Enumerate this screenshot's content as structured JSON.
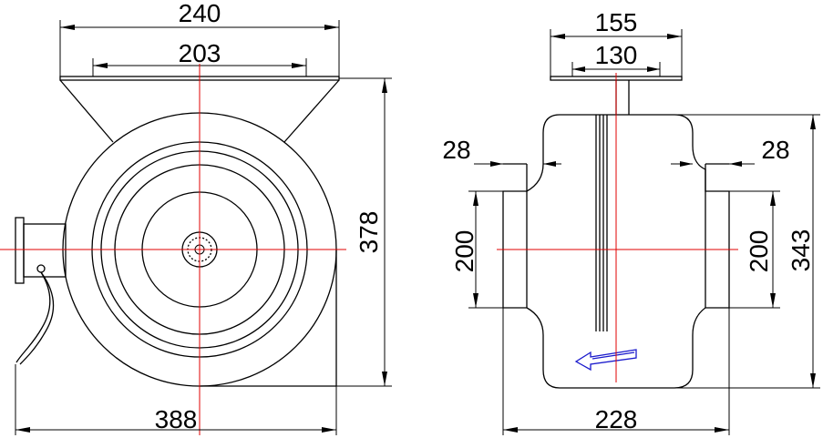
{
  "drawing": {
    "left_view": {
      "dims": {
        "top_width": "240",
        "top_inner": "203",
        "height": "378",
        "bottom_width": "388"
      }
    },
    "right_view": {
      "dims": {
        "flange_outer": "155",
        "flange_inner": "130",
        "left_duct_offset": "28",
        "right_duct_offset": "28",
        "left_duct_dia": "200",
        "right_duct_dia": "200",
        "body_height": "343",
        "body_width": "228"
      }
    },
    "colors": {
      "lines": "#000000",
      "center_lines": "#e00000",
      "flow_arrow": "#1a1acc"
    }
  }
}
